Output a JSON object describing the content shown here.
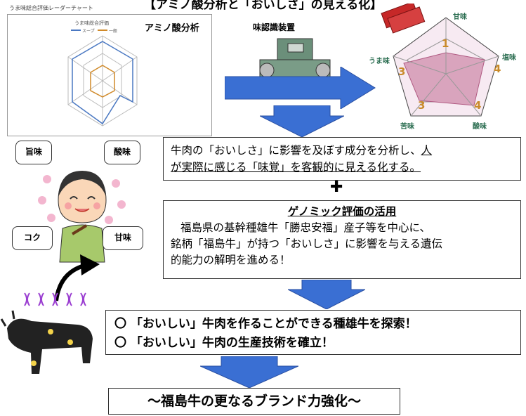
{
  "header": {
    "title": "【アミノ酸分析と「おいしさ」の見える化】"
  },
  "chart_panel": {
    "caption": "うま味総合評価レーダーチャート",
    "label": "アミノ酸分析",
    "inner_title": "うま味総合評価",
    "legend": [
      "スープ",
      "一般"
    ],
    "colors": {
      "series1": "#4a78c2",
      "series2": "#d08a2a"
    }
  },
  "device": {
    "label": "味認識装置"
  },
  "taste_radar": {
    "labels": {
      "top": "甘味",
      "right": "塩味",
      "bottom_right": "酸味",
      "bottom_left": "苦味",
      "left": "うま味"
    },
    "values": {
      "top": "1",
      "right": "4",
      "bottom_right": "4",
      "bottom_left": "3",
      "left": "3"
    }
  },
  "bubbles": {
    "umami": "旨味",
    "sour": "酸味",
    "koku": "コク",
    "sweet": "甘味"
  },
  "text1": {
    "line1": "牛肉の「おいしさ」に影響を及ぼす成分を分析し、",
    "line1_ul": "人",
    "line2": "が実際に感じる「味覚」を客観的に見える化する。"
  },
  "text2": {
    "heading": "ゲノミック評価の活用",
    "body1": "福島県の基幹種雄牛「勝忠安福」産子等を中心に、",
    "body2": "銘柄「福島牛」が持つ「おいしさ」に影響を与える遺伝",
    "body3": "的能力の解明を進める！"
  },
  "goals": {
    "item1": "〇 「おいしい」牛肉を作ることができる種雄牛を探索！",
    "item2": "〇 「おいしい」牛肉の生産技術を確立！"
  },
  "final": {
    "text": "～福島牛の更なるブランド力強化～"
  }
}
